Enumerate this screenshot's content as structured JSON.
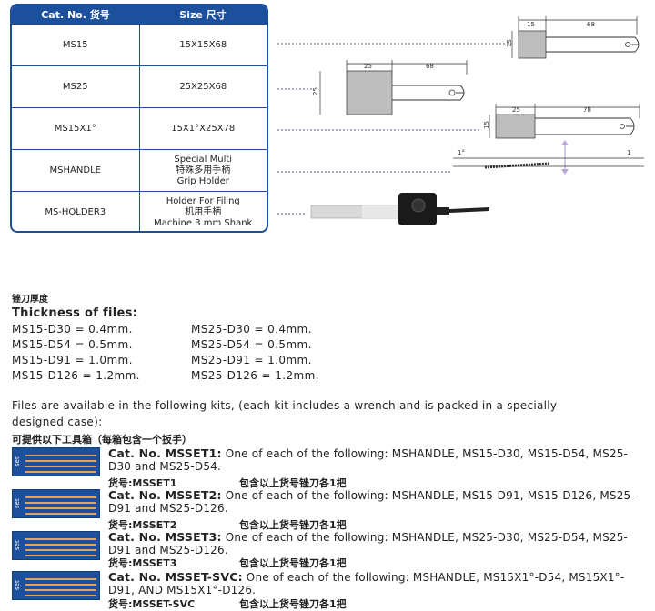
{
  "spec_table": {
    "headers": [
      "Cat. No. 货号",
      "Size 尺寸"
    ],
    "rows": [
      {
        "cat": "MS15",
        "size": [
          "15X15X68"
        ]
      },
      {
        "cat": "MS25",
        "size": [
          "25X25X68"
        ]
      },
      {
        "cat": "MS15X1°",
        "size": [
          "15X1°X25X78"
        ]
      },
      {
        "cat": "MSHANDLE",
        "size": [
          "Special Multi",
          "特殊多用手柄",
          "Grip Holder"
        ]
      },
      {
        "cat": "MS-HOLDER3",
        "size": [
          "Holder For Filing",
          "机用手柄",
          "Machine 3 mm Shank"
        ]
      }
    ]
  },
  "drawings": {
    "ms15": {
      "w": "15",
      "l": "68",
      "h": "15"
    },
    "ms25": {
      "w": "25",
      "l": "68",
      "h": "25"
    },
    "ms15x1": {
      "w": "25",
      "l": "78",
      "h": "15",
      "a": "1°",
      "b": "1"
    }
  },
  "thickness": {
    "title_cn": "锉刀厚度",
    "title": "Thickness of files:",
    "items": [
      "MS15-D30 = 0.4mm.",
      "MS25-D30 = 0.4mm.",
      "MS15-D54 = 0.5mm.",
      "MS25-D54 = 0.5mm.",
      "MS15-D91 = 1.0mm.",
      "MS25-D91 = 1.0mm.",
      "MS15-D126 = 1.2mm.",
      "MS25-D126 = 1.2mm."
    ]
  },
  "kits_intro": "Files are available in the following kits, (each kit includes a wrench and is packed in a specially designed case):",
  "kits_intro_cn": "可提供以下工具箱（每箱包含一个扳手）",
  "kits": [
    {
      "cat_label": "Cat. No. MSSET1:",
      "text": " One of each of the following: MSHANDLE, MS15-D30, MS15-D54, MS25-D30 and MS25-D54.",
      "code": "货号:MSSET1",
      "note": "包含以上货号锉刀各1把",
      "box": "set"
    },
    {
      "cat_label": "Cat. No. MSSET2:",
      "text": " One of each of the following: MSHANDLE, MS15-D91, MS15-D126, MS25-D91 and MS25-D126.",
      "code": "货号:MSSET2",
      "note": "包含以上货号锉刀各1把",
      "box": "set"
    },
    {
      "cat_label": "Cat. No. MSSET3:",
      "text": " One of each of the following: MSHANDLE, MS25-D30, MS25-D54, MS25-D91 and MS25-D126.",
      "code": "货号:MSSET3",
      "note": "包含以上货号锉刀各1把",
      "box": "set"
    },
    {
      "cat_label": "Cat. No. MSSET-SVC:",
      "text": " One of each of the following: MSHANDLE, MS15X1°-D54, MS15X1°-D91, AND MS15X1°-D126.",
      "code": "货号:MSSET-SVC",
      "note": "包含以上货号锉刀各1把",
      "box": "set"
    }
  ]
}
